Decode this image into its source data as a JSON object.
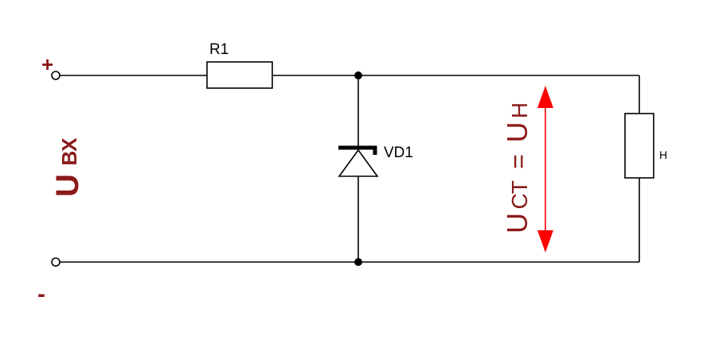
{
  "diagram": {
    "terminal_plus": "+",
    "terminal_minus": "-",
    "input_voltage_main": "U",
    "input_voltage_sub": "ВХ",
    "resistor_label": "R1",
    "zener_label": "VD1",
    "load_label": "Н",
    "output_voltage_main": "U",
    "output_voltage_sub": "СТ",
    "output_voltage_eq": "=",
    "output_voltage_rhs_main": "U",
    "output_voltage_rhs_sub": "Н",
    "colors": {
      "wire": "#000000",
      "label_dark_red": "#8b1a1a",
      "arrow_red": "#ff0000"
    }
  }
}
